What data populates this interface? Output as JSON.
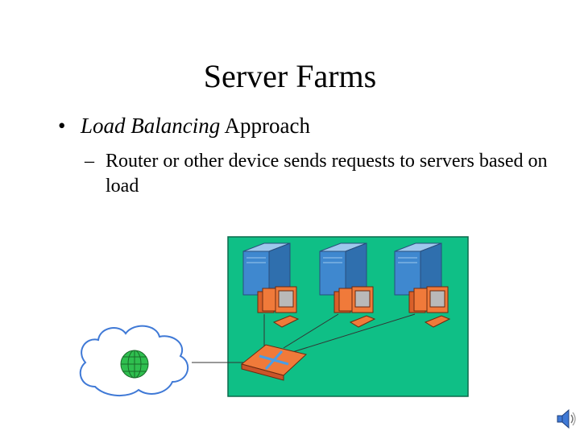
{
  "slide": {
    "title": "Server Farms",
    "bullet_marker": "•",
    "bullet_1": {
      "emphasis": "Load Balancing",
      "rest": " Approach"
    },
    "sub_bullet_marker": "–",
    "sub_bullet": "Router or other device sends requests to servers based on load"
  },
  "diagram": {
    "server_count": 3,
    "icons": [
      "cloud-icon",
      "globe-icon",
      "router-icon",
      "server-icon",
      "speaker-icon"
    ],
    "colors": {
      "background_panel": "#0fbf86",
      "server_front": "#3f88cf",
      "server_side": "#9ec7ec",
      "workstation": "#f07a3a",
      "router": "#f07a3a",
      "router_mark": "#4a9de6",
      "cloud_outline": "#3f79d6",
      "globe": "#2fbf4f"
    }
  }
}
